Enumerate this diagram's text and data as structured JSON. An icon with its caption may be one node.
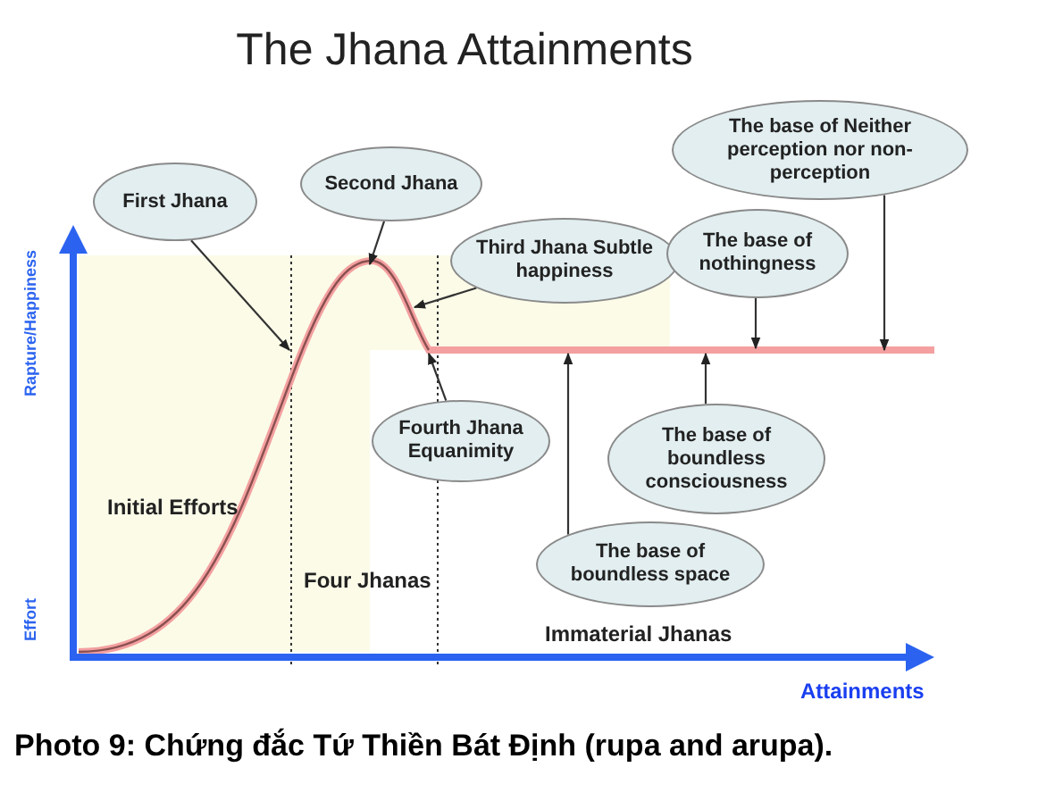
{
  "diagram": {
    "title": "The Jhana Attainments",
    "caption": "Photo 9: Chứng đắc Tứ Thiền Bát Định (rupa and arupa).",
    "nodes": [
      {
        "text": [
          "First Jhana"
        ]
      },
      {
        "text": [
          "Second Jhana"
        ]
      },
      {
        "text": [
          "Third Jhana Subtle happiness"
        ]
      },
      {
        "text": [
          "The base of Neither perception nor non-perception"
        ]
      },
      {
        "text": [
          "The base of nothingness"
        ]
      },
      {
        "text": [
          "Fourth Jhana Equanimity"
        ]
      },
      {
        "text": [
          "The base of boundless consciousness"
        ]
      },
      {
        "text": [
          "The base of boundless space"
        ]
      }
    ],
    "edges": [
      {
        "from": 0,
        "to": null,
        "arrow": "to"
      },
      {
        "from": 1,
        "to": null,
        "arrow": "to"
      },
      {
        "from": 2,
        "to": null,
        "arrow": "to"
      },
      {
        "from": 3,
        "to": null,
        "arrow": "to"
      },
      {
        "from": 4,
        "to": null,
        "arrow": "to"
      },
      {
        "from": 5,
        "to": null,
        "arrow": "to"
      },
      {
        "from": 6,
        "to": null,
        "arrow": "to"
      },
      {
        "from": 7,
        "to": null,
        "arrow": "to"
      }
    ],
    "labels": [
      "Rapture/Happiness",
      "Effort",
      "Initial Efforts",
      "Four Jhanas",
      "Immaterial Jhanas",
      "Attainments"
    ]
  }
}
